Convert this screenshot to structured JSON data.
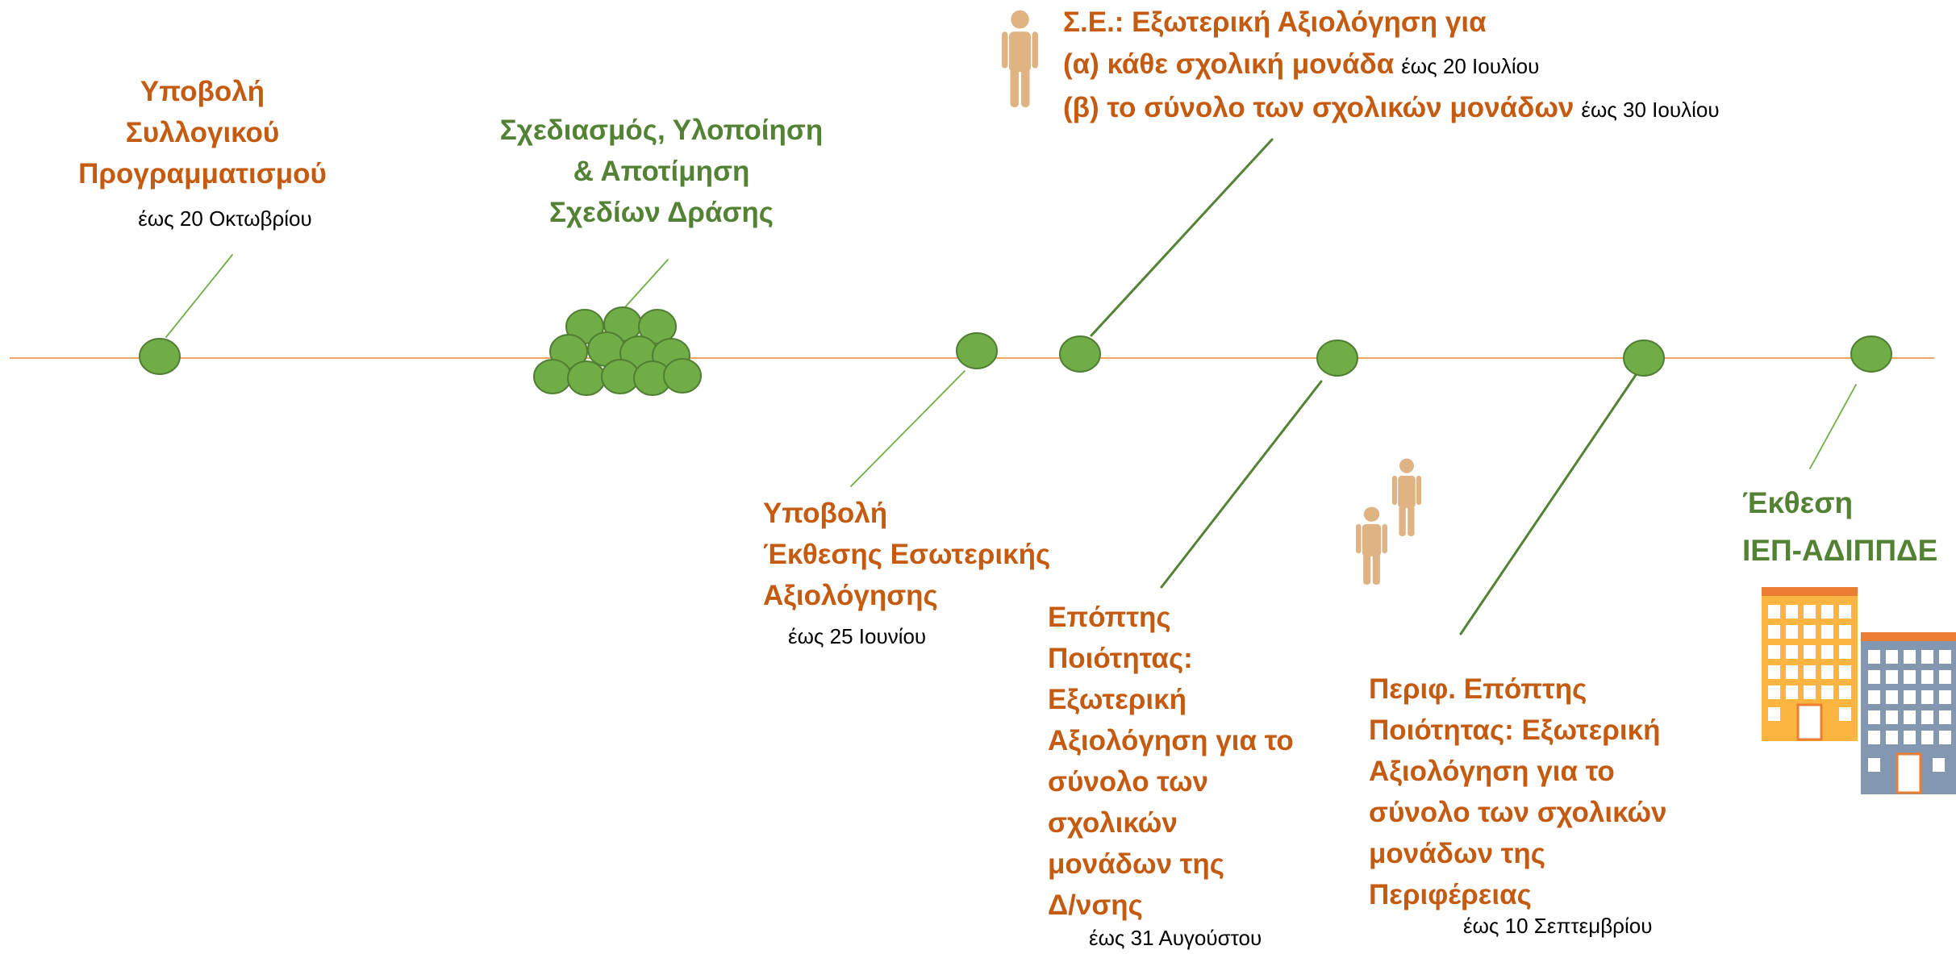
{
  "milestones": {
    "collective_planning": {
      "title_lines": [
        "Υποβολή",
        "Συλλογικού",
        "Προγραμματισμού"
      ],
      "deadline": "έως 20 Οκτωβρίου"
    },
    "action_plans": {
      "title_lines": [
        "Σχεδιασμός, Υλοποίηση",
        "& Αποτίμηση",
        "Σχεδίων Δράσης"
      ]
    },
    "internal_evaluation_report": {
      "title_lines": [
        "Υποβολή",
        "Έκθεσης Εσωτερικής",
        "Αξιολόγησης"
      ],
      "deadline": "έως 25 Ιουνίου"
    },
    "teachers_association": {
      "title": "Σ.Ε.: Εξωτερική Αξιολόγηση για",
      "items": [
        {
          "label": "(α) κάθε σχολική μονάδα",
          "deadline": "έως 20 Ιουλίου"
        },
        {
          "label": "(β) το σύνολο των σχολικών μονάδων",
          "deadline": "έως 30 Ιουλίου"
        }
      ]
    },
    "quality_supervisor": {
      "title_lines": [
        "Επόπτης",
        "Ποιότητας:",
        "Εξωτερική",
        "Αξιολόγηση για το",
        "σύνολο των",
        "σχολικών",
        "μονάδων της",
        "Δ/νσης"
      ],
      "deadline": "έως 31 Αυγούστου"
    },
    "regional_supervisor": {
      "title_lines": [
        "Περιφ. Επόπτης",
        "Ποιότητας: Εξωτερική",
        "Αξιολόγηση για το",
        "σύνολο των σχολικών",
        "μονάδων της",
        "Περιφέρειας"
      ],
      "deadline": "έως 10 Σεπτεμβρίου"
    },
    "iep_report": {
      "title_lines": [
        "Έκθεση",
        "ΙΕΠ-ΑΔΙΠΠΔΕ"
      ]
    }
  },
  "icons": {
    "teachers_association_figure": "person-icon",
    "supervisor_figures": [
      "person-icon",
      "person-icon"
    ],
    "report_buildings": "school-building-icon"
  },
  "colors": {
    "title_orange": "#c55a11",
    "title_green": "#548235",
    "node_fill": "#70ad47",
    "node_stroke": "#507e32",
    "timeline_line": "#f4a46a",
    "leader_thin": "#70ad47",
    "leader_thick": "#548235",
    "person": "#dfb384",
    "building_yellow": "#fbb540",
    "building_blue": "#8497b0",
    "building_roof": "#ed7d31",
    "deadline_text": "#000000"
  }
}
